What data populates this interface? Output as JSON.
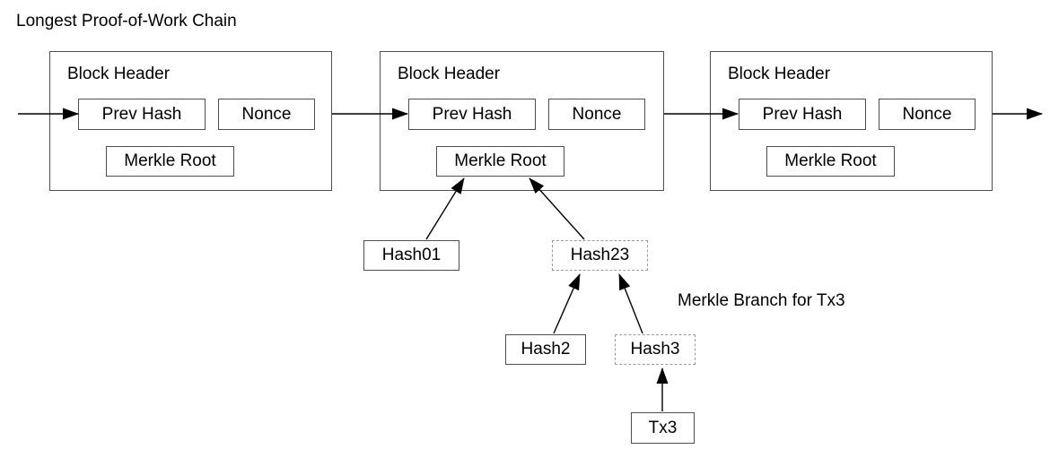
{
  "title": "Longest Proof-of-Work Chain",
  "annotation": "Merkle Branch for Tx3",
  "blocks": [
    {
      "header": "Block Header",
      "prev_hash": "Prev Hash",
      "nonce": "Nonce",
      "merkle_root": "Merkle Root"
    },
    {
      "header": "Block Header",
      "prev_hash": "Prev Hash",
      "nonce": "Nonce",
      "merkle_root": "Merkle Root"
    },
    {
      "header": "Block Header",
      "prev_hash": "Prev Hash",
      "nonce": "Nonce",
      "merkle_root": "Merkle Root"
    }
  ],
  "merkle": {
    "hash01": "Hash01",
    "hash23": "Hash23",
    "hash2": "Hash2",
    "hash3": "Hash3",
    "tx3": "Tx3"
  },
  "colors": {
    "box_border": "#4f4f4f",
    "dashed_border": "#9a9a9a",
    "arrow": "#000000",
    "text": "#000000",
    "background": "#ffffff"
  }
}
